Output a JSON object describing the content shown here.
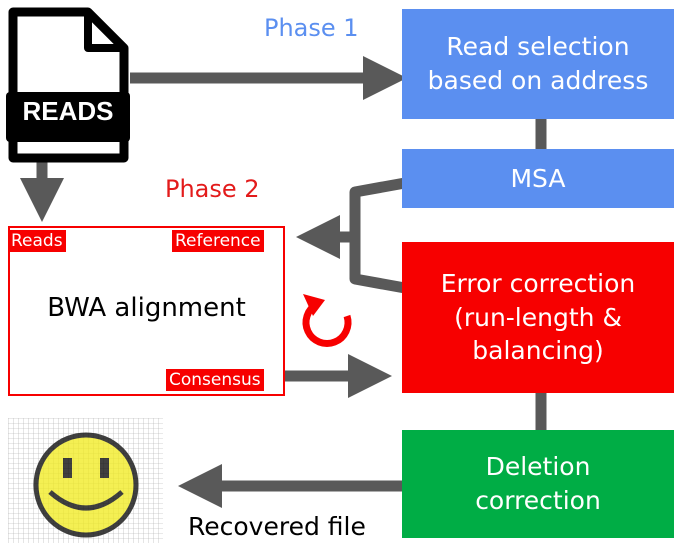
{
  "colors": {
    "phase1": "#5b8ff0",
    "phase2": "#e31b1b",
    "box_blue": "#5b8ff0",
    "box_red": "#f70000",
    "box_green": "#00ad45",
    "arrow": "#595959",
    "smiley": "#f0ea1a"
  },
  "file_icon": {
    "icon": "file-icon",
    "label": "READS"
  },
  "phase1_label": "Phase 1",
  "phase2_label": "Phase 2",
  "boxes": {
    "read_selection": {
      "line1": "Read selection",
      "line2": "based on address"
    },
    "msa": "MSA",
    "error_correction": {
      "line1": "Error correction",
      "line2": "(run-length &",
      "line3": "balancing)"
    },
    "deletion_correction": {
      "line1": "Deletion",
      "line2": "correction"
    }
  },
  "bwa": {
    "title": "BWA alignment",
    "reads_tag": "Reads",
    "reference_tag": "Reference",
    "consensus_tag": "Consensus",
    "loop_icon": "cycle-arrow-icon"
  },
  "output": {
    "icon": "smiley-pixel-icon",
    "label": "Recovered file"
  }
}
